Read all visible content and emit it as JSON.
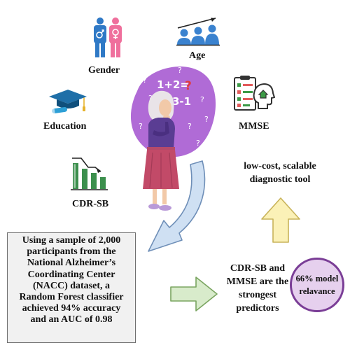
{
  "factors": {
    "gender": "Gender",
    "age": "Age",
    "education": "Education",
    "mmse": "MMSE",
    "cdr_sb": "CDR-SB"
  },
  "illustration": {
    "math_text_1": "1+2=",
    "math_text_2": "3-1",
    "question_mark": "?"
  },
  "outcome": {
    "lines": [
      "low-cost, scalable",
      "diagnostic tool"
    ]
  },
  "study": {
    "lines": [
      "Using a sample of 2,000",
      "participants from the",
      "National Alzheimer’s",
      "Coordinating Center",
      "(NACC) dataset, a",
      "Random Forest classifier",
      "achieved 94% accuracy",
      "and an AUC of 0.98"
    ]
  },
  "predictors": {
    "lines": [
      "CDR-SB and",
      "MMSE are the",
      "strongest",
      "predictors"
    ]
  },
  "relevance": {
    "lines": [
      "66% model",
      "relavance"
    ]
  },
  "colors": {
    "purple_blob": "#b06bd6",
    "arrow_blue": "#cfe0f3",
    "arrow_green": "#d8ebcb",
    "arrow_yellow": "#fbf1b7",
    "relevance_fill": "#e6d0ee",
    "relevance_border": "#7a3d96"
  }
}
